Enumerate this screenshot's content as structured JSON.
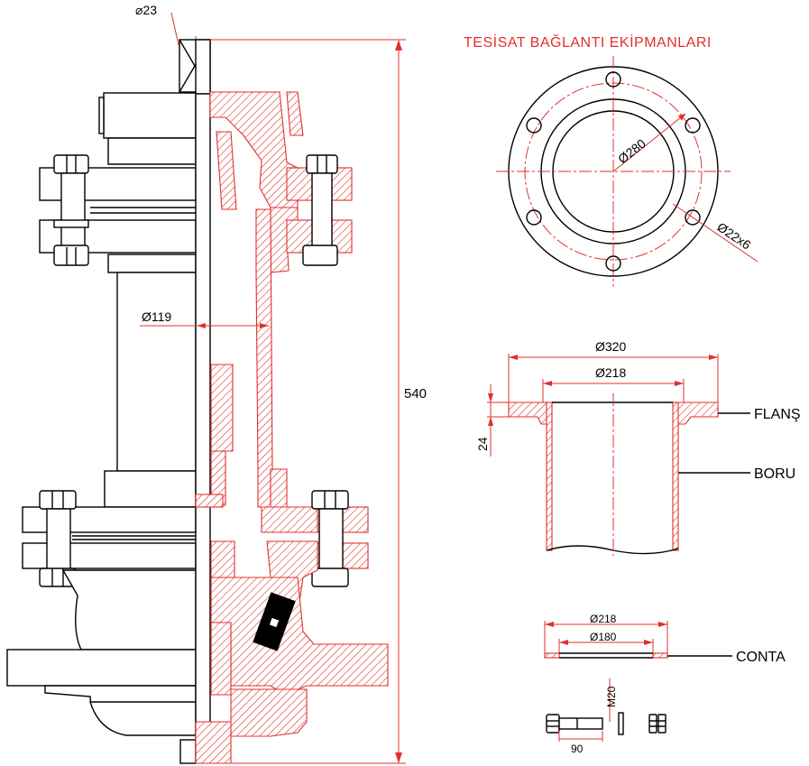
{
  "title": "TESİSAT BAĞLANTI EKİPMANLARI",
  "dimensions": {
    "square_top": "⌀23",
    "inner_diameter": "Ø119",
    "height": "540",
    "flange_bolt_circle": "Ø280",
    "flange_bolt_holes": "Ø22x6",
    "flange_outer": "Ø320",
    "flange_inner": "Ø218",
    "flange_thickness": "24",
    "gasket_outer": "Ø218",
    "gasket_inner": "Ø180",
    "bolt_thread": "M20",
    "bolt_length": "90"
  },
  "labels": {
    "flange": "FLANŞ",
    "pipe": "BORU",
    "gasket": "CONTA"
  },
  "colors": {
    "drawing_red": "#e0302e",
    "line_black": "#000000"
  }
}
